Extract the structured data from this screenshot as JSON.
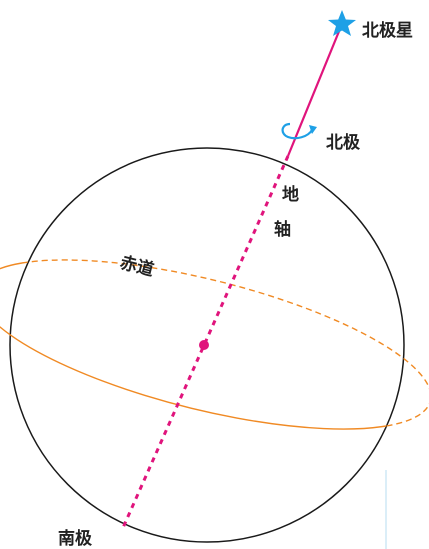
{
  "labels": {
    "pole_star": "北极星",
    "north_pole": "北极",
    "south_pole": "南极",
    "axis_char_1": "地",
    "axis_char_2": "轴",
    "equator": "赤道"
  },
  "colors": {
    "globe_outline": "#1a1a1a",
    "equator": "#f08a24",
    "axis": "#e0147c",
    "star": "#1ea0e6",
    "rotation_arrow": "#1ea0e6",
    "label": "#222222",
    "faint_line": "#cfe9f5"
  },
  "icons": {
    "pole_star": "star-icon",
    "rotation": "rotation-arrow-icon",
    "center": "center-dot-icon"
  }
}
